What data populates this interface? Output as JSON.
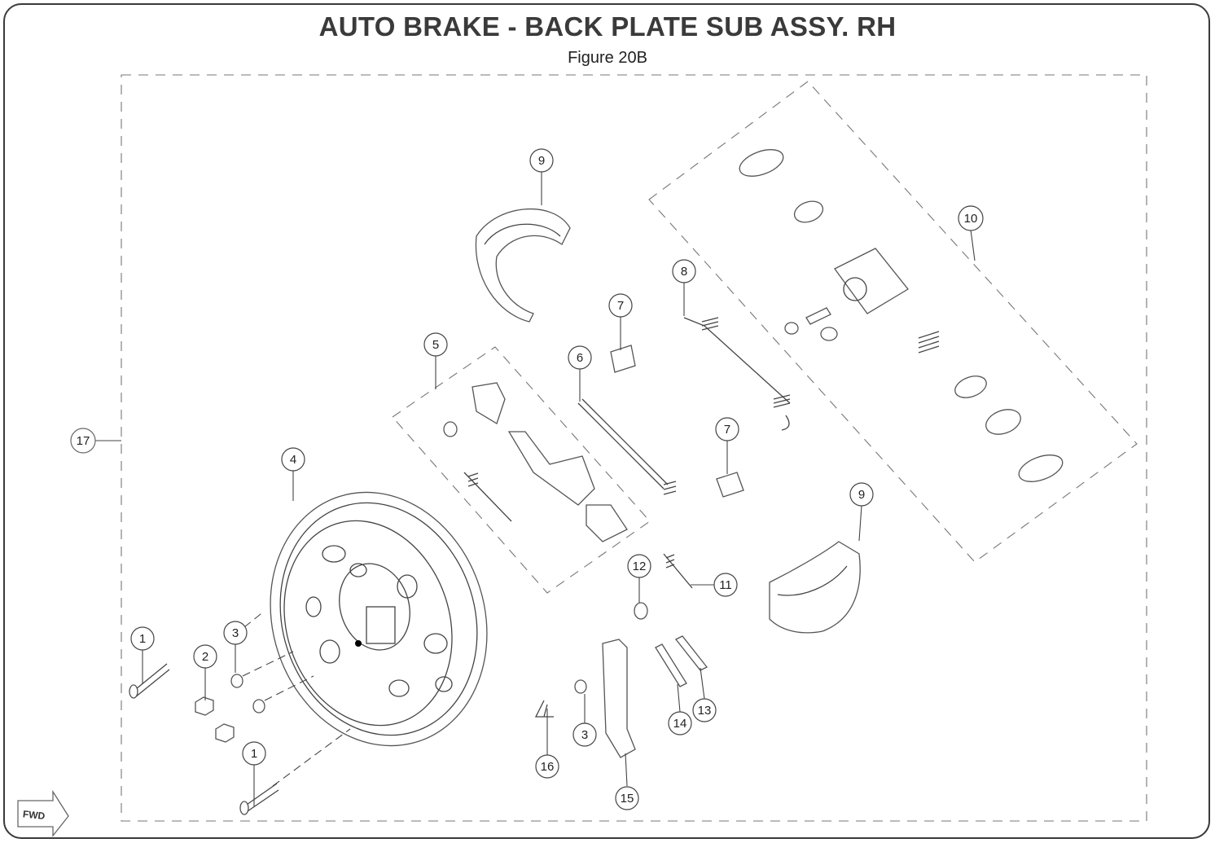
{
  "title": "AUTO BRAKE - BACK PLATE SUB ASSY. RH",
  "subtitle": "Figure 20B",
  "fwd_label": "FWD",
  "callouts": {
    "c1a": "1",
    "c1b": "1",
    "c2": "2",
    "c3a": "3",
    "c3b": "3",
    "c4": "4",
    "c5": "5",
    "c6": "6",
    "c7a": "7",
    "c7b": "7",
    "c8": "8",
    "c9a": "9",
    "c9b": "9",
    "c10": "10",
    "c11": "11",
    "c12": "12",
    "c13": "13",
    "c14": "14",
    "c15": "15",
    "c16": "16",
    "c17": "17"
  }
}
